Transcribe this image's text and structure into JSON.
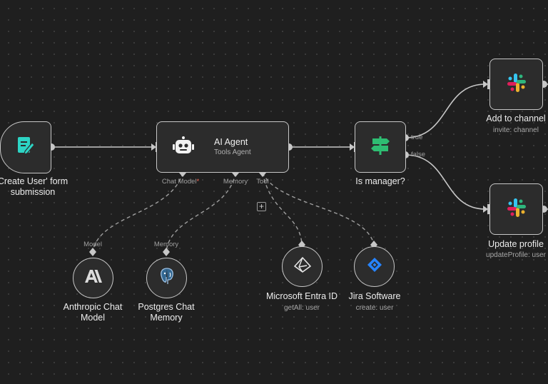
{
  "nodes": {
    "form_trigger": {
      "label_line1": "Create User' form",
      "label_line2": "submission",
      "icon": "form-edit-icon"
    },
    "ai_agent": {
      "title": "AI Agent",
      "subtitle": "Tools Agent",
      "icon": "robot-icon",
      "ports": {
        "chat_model": "Chat Model",
        "chat_model_required": "*",
        "memory": "Memory",
        "tool": "Tool"
      }
    },
    "is_manager": {
      "label": "Is manager?",
      "icon": "signpost-icon",
      "out_true": "true",
      "out_false": "false"
    },
    "add_to_channel": {
      "label": "Add to channel",
      "sublabel": "invite: channel",
      "icon": "slack-icon"
    },
    "update_profile": {
      "label": "Update profile",
      "sublabel": "updateProfile: user",
      "icon": "slack-icon"
    },
    "anthropic": {
      "label_line1": "Anthropic Chat",
      "label_line2": "Model",
      "port": "Model",
      "icon": "anthropic-icon"
    },
    "postgres": {
      "label_line1": "Postgres Chat",
      "label_line2": "Memory",
      "port": "Memory",
      "icon": "postgres-icon"
    },
    "entra": {
      "label": "Microsoft Entra ID",
      "sublabel": "getAll: user",
      "icon": "microsoft-entra-icon"
    },
    "jira": {
      "label": "Jira Software",
      "sublabel": "create: user",
      "icon": "jira-icon"
    }
  },
  "add_tool_button": "+",
  "colors": {
    "canvas": "#1f1f1f",
    "node_bg": "#2c2c2c",
    "node_border": "#c7c7c7",
    "connection": "#c7c7c7",
    "form_icon": "#2dd4c4",
    "switch_icon": "#2ebd72",
    "jira": "#2684ff",
    "required": "#ff6d5a"
  }
}
